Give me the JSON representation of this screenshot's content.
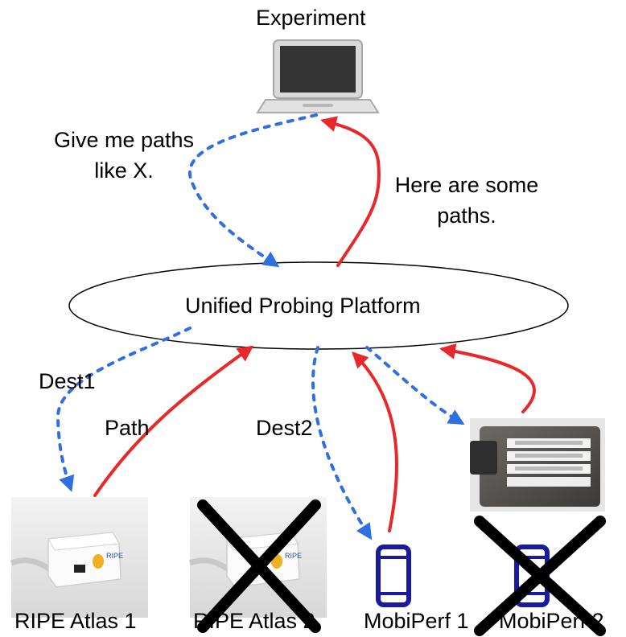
{
  "nodes": {
    "experiment": "Experiment",
    "platform": "Unified Probing Platform",
    "devices": [
      {
        "label": "RIPE Atlas 1",
        "icon": "ripe-atlas-probe",
        "crossed": false
      },
      {
        "label": "RIPE Atlas 2",
        "icon": "ripe-atlas-probe",
        "crossed": true
      },
      {
        "label": "MobiPerf 1",
        "icon": "smartphone",
        "crossed": false
      },
      {
        "label": "MobiPerf 2",
        "icon": "smartphone",
        "crossed": true
      }
    ],
    "extra_device_icon": "labeled-probe-box"
  },
  "edges": {
    "request": "Give me paths like X.",
    "request_lines": [
      "Give me paths",
      "like X."
    ],
    "response": "Here are some paths.",
    "response_lines": [
      "Here are some",
      "paths."
    ],
    "dest1": "Dest1",
    "path": "Path",
    "dest2": "Dest2"
  },
  "colors": {
    "request_arrow": "#2f6fe0",
    "response_arrow": "#e8282b",
    "phone": "#1a1aa0",
    "cross": "#000000"
  }
}
